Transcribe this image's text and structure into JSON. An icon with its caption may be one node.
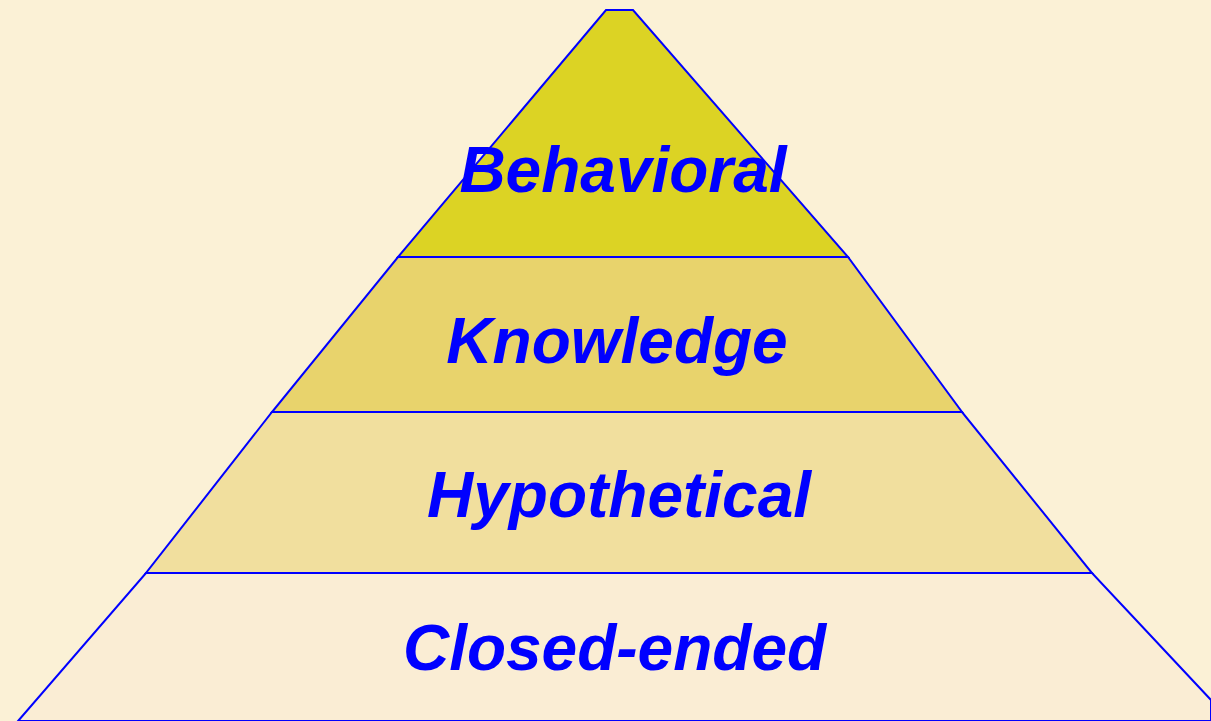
{
  "diagram": {
    "nodes": [
      {
        "text": [
          "Behavioral"
        ]
      },
      {
        "text": [
          "Knowledge"
        ]
      },
      {
        "text": [
          "Hypothetical"
        ]
      },
      {
        "text": [
          "Closed-ended"
        ]
      }
    ]
  }
}
